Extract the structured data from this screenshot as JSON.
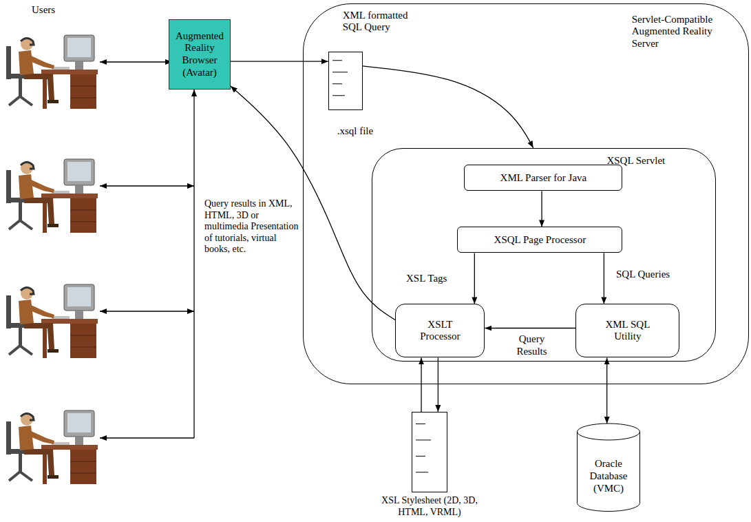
{
  "diagram": {
    "nodes": [
      {
        "text": [
          "Augmented Reality Browser (Avatar)"
        ]
      },
      {
        "text": [
          "Servlet-Compatible Augmented Reality Server"
        ]
      },
      {
        "text": [
          "XML formatted SQL Query",
          ".xsql file"
        ],
        "in": 1
      },
      {
        "text": [
          "XSQL Servlet"
        ],
        "in": 1
      },
      {
        "text": [
          "XML Parser for Java"
        ],
        "in": 3
      },
      {
        "text": [
          "XSQL Page Processor"
        ],
        "in": 3
      },
      {
        "text": [
          "XSLT Processor"
        ],
        "in": 3
      },
      {
        "text": [
          "XML SQL Utility"
        ],
        "in": 3
      },
      {
        "text": [
          "XSL Stylesheet (2D, 3D, HTML, VRML)"
        ]
      },
      {
        "text": [
          "Oracle Database (VMC)"
        ]
      }
    ],
    "edges": [
      {
        "from": 0,
        "to": 2,
        "arrow": "to"
      },
      {
        "from": 2,
        "to": 3,
        "arrow": "to"
      },
      {
        "from": 4,
        "to": 5,
        "arrow": "to"
      },
      {
        "from": 5,
        "to": 6,
        "label": "XSL Tags",
        "arrow": "to"
      },
      {
        "from": 5,
        "to": 7,
        "label": "SQL Queries",
        "arrow": "to"
      },
      {
        "from": 7,
        "to": 6,
        "label": "Query Results",
        "arrow": "to"
      },
      {
        "from": 6,
        "to": 0,
        "arrow": "to"
      },
      {
        "from": 8,
        "to": 6,
        "arrow": "to"
      },
      {
        "from": 6,
        "to": 8,
        "arrow": "to"
      },
      {
        "from": 7,
        "to": 9,
        "arrow": "both"
      }
    ],
    "labels": [
      "Users",
      "Query results in XML, HTML, 3D or multimedia Presentation of tutorials, virtual books, etc."
    ]
  }
}
